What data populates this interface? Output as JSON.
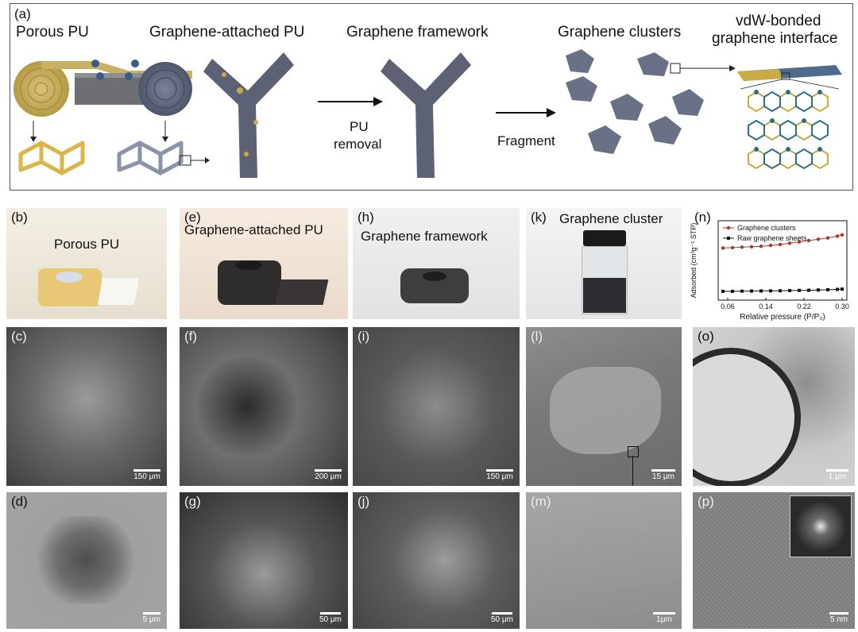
{
  "panel_a": {
    "label": "(a)",
    "titles": {
      "porous_pu": "Porous PU",
      "graphene_attached_pu": "Graphene-attached PU",
      "graphene_framework": "Graphene framework",
      "graphene_clusters": "Graphene clusters",
      "vdw_line1": "vdW-bonded",
      "vdw_line2": "graphene interface"
    },
    "arrows": {
      "pu_removal_line1": "PU",
      "pu_removal_line2": "removal",
      "fragment": "Fragment"
    }
  },
  "photos": {
    "b": {
      "label": "(b)",
      "title": "Porous PU"
    },
    "e": {
      "label": "(e)",
      "title": "Graphene-attached PU"
    },
    "h": {
      "label": "(h)",
      "title": "Graphene framework"
    },
    "k": {
      "label": "(k)",
      "title": "Graphene cluster"
    }
  },
  "sem": {
    "c": {
      "label": "(c)",
      "scale": "150 μm"
    },
    "f": {
      "label": "(f)",
      "scale": "200 μm"
    },
    "i": {
      "label": "(i)",
      "scale": "150 μm"
    },
    "l": {
      "label": "(l)",
      "scale": "15 μm"
    },
    "o": {
      "label": "(o)",
      "scale": "1 μm"
    },
    "d": {
      "label": "(d)",
      "scale": "5 μm"
    },
    "g": {
      "label": "(g)",
      "scale": "50 μm"
    },
    "j": {
      "label": "(j)",
      "scale": "50 μm"
    },
    "m": {
      "label": "(m)",
      "scale": "1μm"
    },
    "p": {
      "label": "(p)",
      "scale": "5 nm"
    }
  },
  "chart_data": {
    "label": "(n)",
    "type": "line",
    "xlabel": "Relative pressure (P/P₀)",
    "ylabel": "Adsorbed (cm³g⁻¹ STP)",
    "xlim": [
      0.04,
      0.31
    ],
    "ylim": [
      0,
      9
    ],
    "xticks": [
      "0.06",
      "0.14",
      "0.22",
      "0.30"
    ],
    "xtick_values": [
      0.06,
      0.14,
      0.22,
      0.3
    ],
    "legend_position": "top",
    "series": [
      {
        "name": "Graphene clusters",
        "color": "#a33a2e",
        "marker": "circle",
        "x": [
          0.05,
          0.07,
          0.09,
          0.11,
          0.13,
          0.15,
          0.17,
          0.19,
          0.21,
          0.23,
          0.25,
          0.27,
          0.29,
          0.3
        ],
        "y": [
          5.9,
          5.95,
          6.0,
          6.05,
          6.1,
          6.2,
          6.3,
          6.45,
          6.6,
          6.75,
          6.9,
          7.05,
          7.25,
          7.4
        ]
      },
      {
        "name": "Raw graphene sheets",
        "color": "#111111",
        "marker": "square",
        "x": [
          0.05,
          0.07,
          0.09,
          0.11,
          0.13,
          0.15,
          0.17,
          0.19,
          0.21,
          0.23,
          0.25,
          0.27,
          0.29,
          0.3
        ],
        "y": [
          1.0,
          1.0,
          1.02,
          1.03,
          1.04,
          1.05,
          1.06,
          1.08,
          1.1,
          1.12,
          1.15,
          1.18,
          1.22,
          1.25
        ]
      }
    ]
  }
}
